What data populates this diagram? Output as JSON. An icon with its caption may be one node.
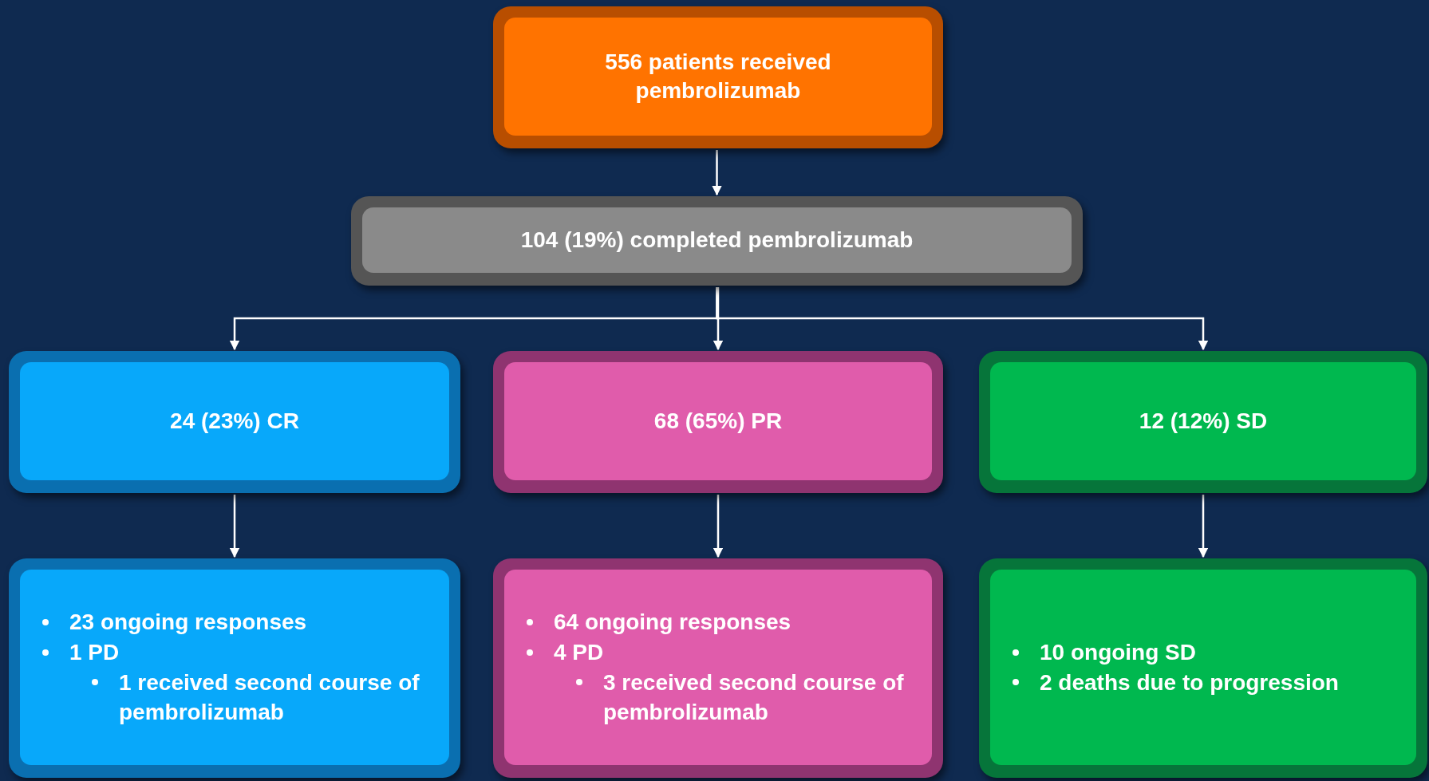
{
  "diagram": {
    "nodes": [
      {
        "text": [
          "556 patients received pembrolizumab"
        ]
      },
      {
        "text": [
          "104 (19%) completed pembrolizumab"
        ]
      },
      {
        "text": [
          "24 (23%) CR"
        ]
      },
      {
        "text": [
          "68 (65%) PR"
        ]
      },
      {
        "text": [
          "12 (12%) SD"
        ]
      },
      {
        "text": [
          "23 ongoing responses",
          "1 PD",
          "1 received second course of pembrolizumab"
        ]
      },
      {
        "text": [
          "64 ongoing responses",
          "4 PD",
          "3 received second course of pembrolizumab"
        ]
      },
      {
        "text": [
          "10 ongoing SD",
          "2 deaths due to progression"
        ]
      }
    ],
    "edges": [
      {
        "from": 0,
        "to": 1,
        "arrow": "to"
      },
      {
        "from": 1,
        "to": 2,
        "arrow": "to"
      },
      {
        "from": 1,
        "to": 3,
        "arrow": "to"
      },
      {
        "from": 1,
        "to": 4,
        "arrow": "to"
      },
      {
        "from": 2,
        "to": 5,
        "arrow": "to"
      },
      {
        "from": 3,
        "to": 6,
        "arrow": "to"
      },
      {
        "from": 4,
        "to": 7,
        "arrow": "to"
      }
    ]
  }
}
